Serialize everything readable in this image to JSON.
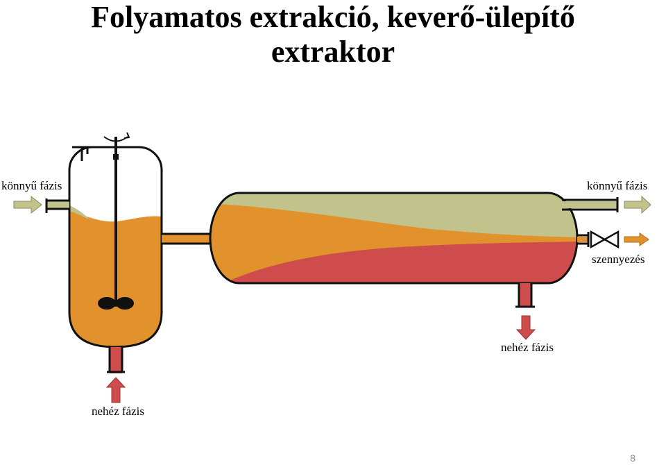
{
  "title": {
    "line1": "Folyamatos extrakció, keverő-ülepítő",
    "line2": "extraktor"
  },
  "labels": {
    "light_phase_in": "könnyű fázis",
    "light_phase_out": "könnyű fázis",
    "impurity_out": "szennyezés",
    "heavy_phase_out": "nehéz fázis",
    "heavy_phase_in": "nehéz fázis"
  },
  "page_number": "8",
  "colors": {
    "light_phase": "#c2c38c",
    "mixture": "#e1922c",
    "heavy_phase": "#cf4c4d",
    "outline": "#111111"
  }
}
